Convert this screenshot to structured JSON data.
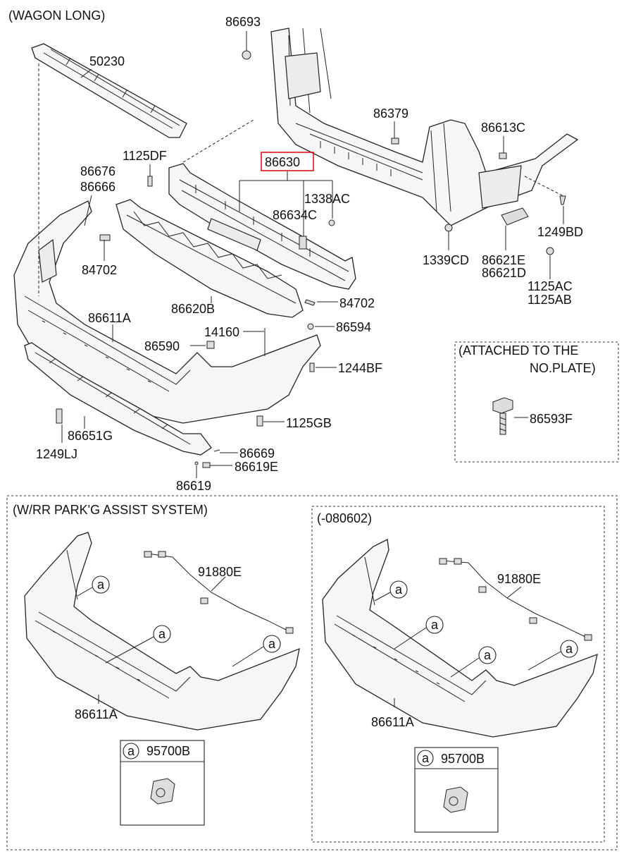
{
  "sections": {
    "wagon_long": "(WAGON LONG)",
    "attached_line1": "(ATTACHED TO THE",
    "attached_line2": "NO.PLATE)",
    "park_assist": "(W/RR PARK'G ASSIST SYSTEM)",
    "date_range": "(-080602)"
  },
  "callouts": {
    "p86693": "86693",
    "p50230": "50230",
    "p86379": "86379",
    "p86613C": "86613C",
    "p1125DF": "1125DF",
    "p86630": "86630",
    "p86676": "86676",
    "p86666": "86666",
    "p1338AC": "1338AC",
    "p86634C": "86634C",
    "p1249BD": "1249BD",
    "p84702a": "84702",
    "p1339CD": "1339CD",
    "p86621E": "86621E",
    "p86621D": "86621D",
    "p1125AC": "1125AC",
    "p1125AB": "1125AB",
    "p86620B": "86620B",
    "p84702b": "84702",
    "p86611A": "86611A",
    "p14160": "14160",
    "p86594": "86594",
    "p86590": "86590",
    "p1244BF": "1244BF",
    "p86593F": "86593F",
    "p1125GB": "1125GB",
    "p86651G": "86651G",
    "p1249LJ": "1249LJ",
    "p86669": "86669",
    "p86619E": "86619E",
    "p86619": "86619",
    "p91880E_left": "91880E",
    "p86611A_left": "86611A",
    "p95700B_left": "95700B",
    "p91880E_right": "91880E",
    "p86611A_right": "86611A",
    "p95700B_right": "95700B",
    "ref_a": "a"
  },
  "colors": {
    "highlight": "#e0101a",
    "line": "#222222"
  }
}
